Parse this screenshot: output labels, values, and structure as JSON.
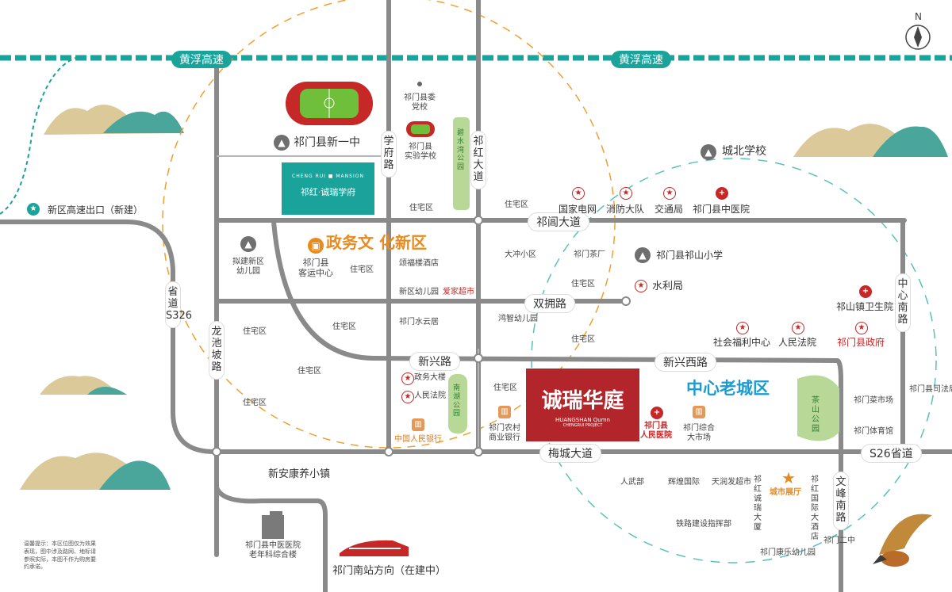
{
  "roads": {
    "huangfu_left": "黄浮高速",
    "huangfu_right": "黄浮高速",
    "xuefu": "学府路",
    "qihong": "祁红大道",
    "qichan": "祁阊大道",
    "shuangyong": "双拥路",
    "xinxing": "新兴路",
    "xinxing_west": "新兴西路",
    "meicheng": "梅城大道",
    "s326": "省道S326",
    "longchipo": "龙池坡路",
    "zhongxin_nan": "中心南路",
    "wenfeng_nan": "文峰南路",
    "s26": "S26省道"
  },
  "districts": {
    "zhengwu": "政务文 化新区",
    "laocheng": "中心老城区"
  },
  "project": {
    "name": "诚瑞华庭",
    "subtitle": "HUANGSHAN Qumn",
    "small": "CHENGRUI PROJECT"
  },
  "school_logo": {
    "en": "CHENG RUI ■ MANSION",
    "cn": "祁红·诚瑞学府"
  },
  "exit_label": "新区高速出口（新建）",
  "station_label": "祁门南站方向（在建中）",
  "town_label": "新安康养小镇",
  "labels": {
    "yizhong": "祁门县新一中",
    "xianwei_school": "祁门县委\n党校",
    "shiyan": "祁门县\n实验学校",
    "bishui": "碧水湾公园",
    "zhuzhai": "住宅区",
    "guojiawang": "国家电网",
    "xiaofang": "消防大队",
    "jiaotong": "交通局",
    "zhongyiyuan": "祁门县中医院",
    "chengbei": "城北学校",
    "nijian": "拟建新区\n幼儿园",
    "keyun": "祁门县\n客运中心",
    "songfu": "颂福楼酒店",
    "xinqu_you": "新区幼儿园",
    "aijia": "爱家超市",
    "dachong": "大冲小区",
    "qimen_cha": "祁门茶厂",
    "qishan_school": "祁门县祁山小学",
    "shuili": "水利局",
    "qishan_wsy": "祁山镇卫生院",
    "shuiyun": "祁门水云居",
    "hongzhi": "鸿智幼儿园",
    "shehui": "社会福利中心",
    "renmin_fy": "人民法院",
    "zhengfu": "祁门县政府",
    "zhengwu_dl": "政务大楼",
    "renmin_fy2": "人民法院",
    "renmin_yh": "中国人民银行",
    "nanhu": "南湖公园",
    "nongcun": "祁门农村\n商业银行",
    "renmin_yy": "祁门县\n人民医院",
    "zonghe": "祁门综合\n大市场",
    "chashan": "茶山公园",
    "sifaju": "祁门县司法局",
    "caishichang": "祁门菜市场",
    "tiyuguan": "祁门体育馆",
    "renwu": "人武部",
    "huihuang": "辉煌国际",
    "tianrun": "天润发超市",
    "tielu": "铁路建设指挥部",
    "chengrui_dasha": "祁红诚瑞大厦",
    "zhanting": "城市展厅",
    "guoji_jd": "祁红国际大酒店",
    "erzhong": "祁门二中",
    "kangle": "祁门康乐幼儿园",
    "zhongyi_lnk": "祁门县中医医院\n老年科综合楼",
    "compass_n": "N"
  },
  "notice": "温馨提示：本区位图仅为效果表现，图中涉及路网、地标请参照实际，本图不作为购房要约承诺。",
  "colors": {
    "road": "#8a8a8a",
    "highway": "#1aa39a",
    "orange": "#f0a030",
    "teal": "#4bb4ad",
    "red": "#c62828",
    "project": "#b2262b"
  }
}
